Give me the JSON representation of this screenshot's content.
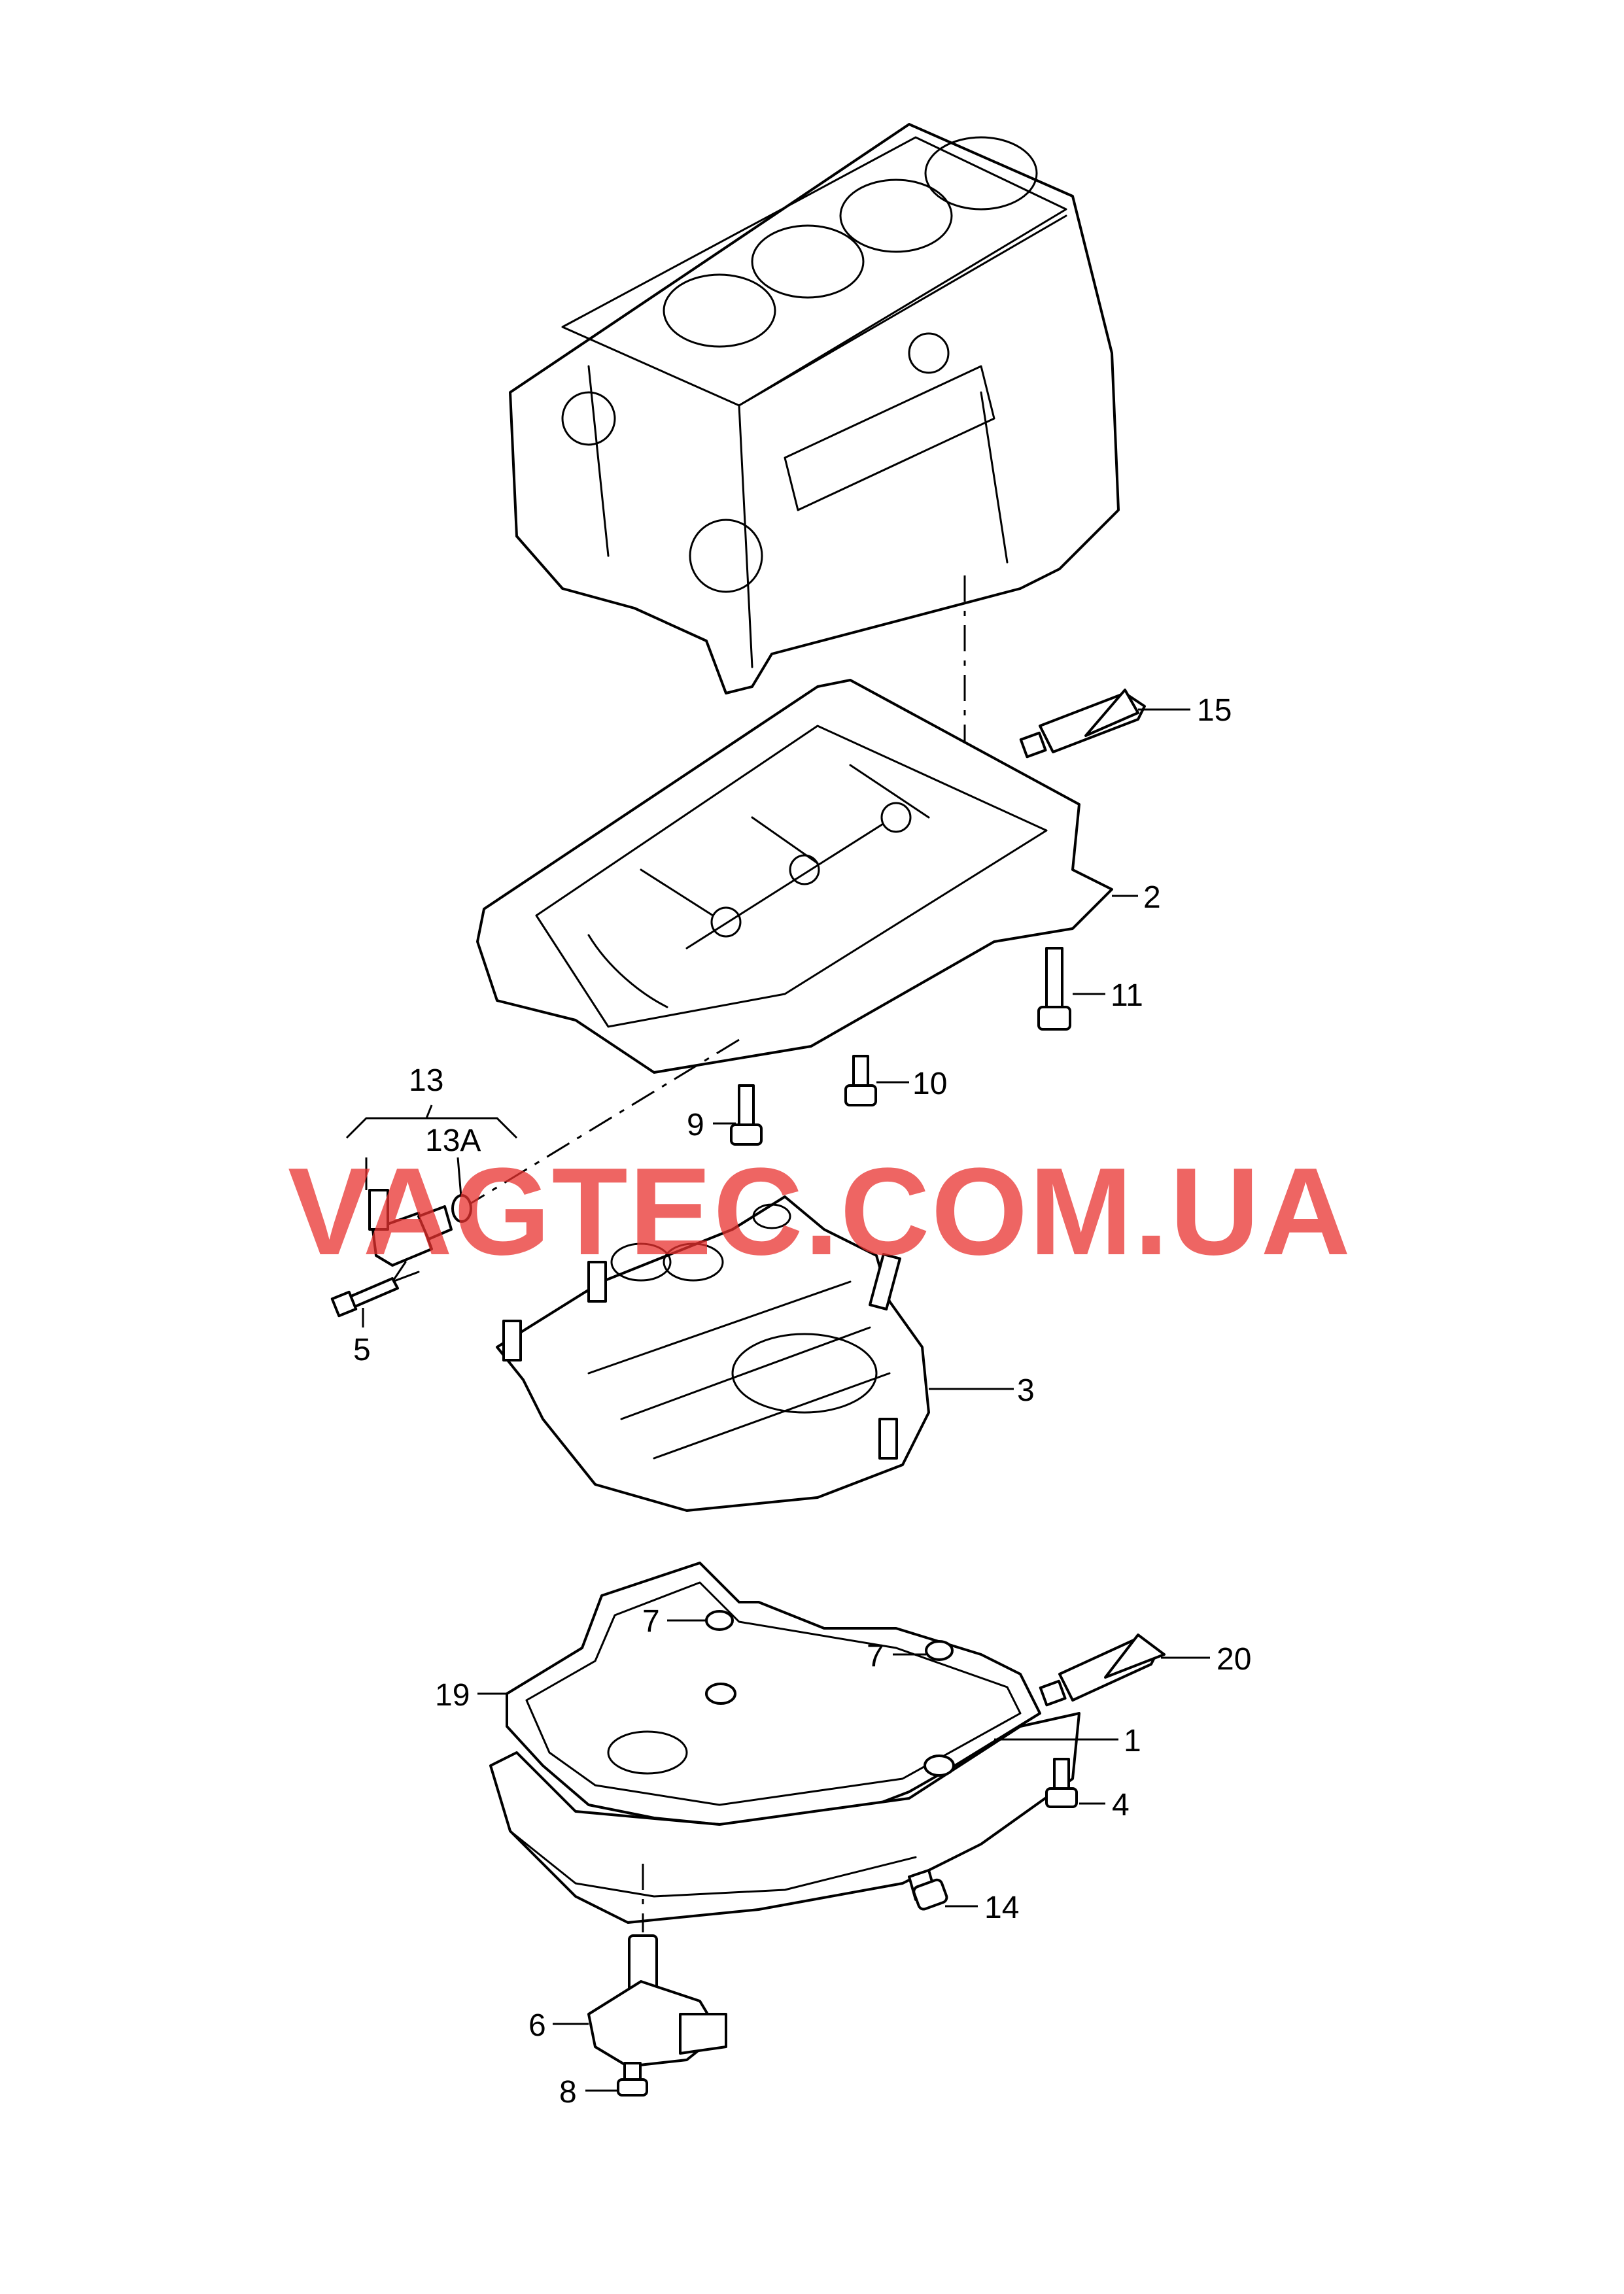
{
  "watermark": "VAGTEC.COM.UA",
  "labels": {
    "l1": "1",
    "l2": "2",
    "l3": "3",
    "l4": "4",
    "l5": "5",
    "l6": "6",
    "l7a": "7",
    "l7b": "7",
    "l8": "8",
    "l9": "9",
    "l10": "10",
    "l11": "11",
    "l13": "13",
    "l13a": "13A",
    "l14": "14",
    "l15": "15",
    "l19": "19",
    "l20": "20"
  }
}
